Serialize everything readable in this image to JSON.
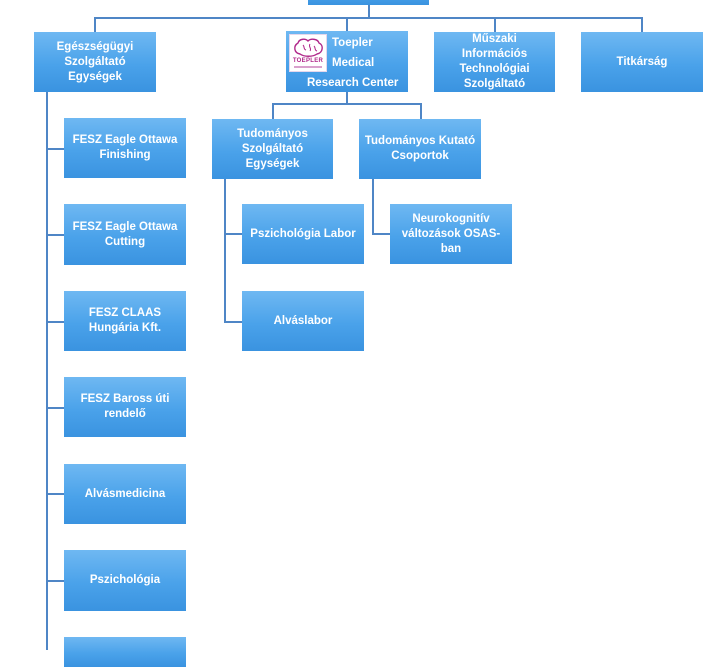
{
  "colors": {
    "box": "#4aa2ea",
    "box_light": "#6fb8f2",
    "connector": "#4f86c6",
    "logo_brand": "#b0278a"
  },
  "top_units": [
    {
      "label": "Egészségügyi Szolgáltató Egységek"
    },
    {
      "label": "Műszaki Információs Technológiai Szolgáltató"
    },
    {
      "label": "Titkárság"
    }
  ],
  "toepler": {
    "line1": "Toepler",
    "line2": "Medical",
    "line3": "Research Center",
    "logo_text": "TOEPLER",
    "logo_icon": "brain-logo-icon"
  },
  "research_units": [
    {
      "label": "Tudományos Szolgáltató Egységek"
    },
    {
      "label": "Tudományos Kutató Csoportok"
    }
  ],
  "service_units": [
    {
      "label": "Pszichológia Labor"
    },
    {
      "label": "Alváslabor"
    }
  ],
  "research_groups": [
    {
      "label": "Neurokognitív változások OSAS-ban"
    }
  ],
  "health_units": [
    {
      "label": "FESZ Eagle Ottawa Finishing"
    },
    {
      "label": "FESZ Eagle Ottawa Cutting"
    },
    {
      "label": "FESZ CLAAS Hungária Kft."
    },
    {
      "label": "FESZ Baross úti rendelő"
    },
    {
      "label": "Alvásmedicina"
    },
    {
      "label": "Pszichológia"
    },
    {
      "label": ""
    }
  ]
}
